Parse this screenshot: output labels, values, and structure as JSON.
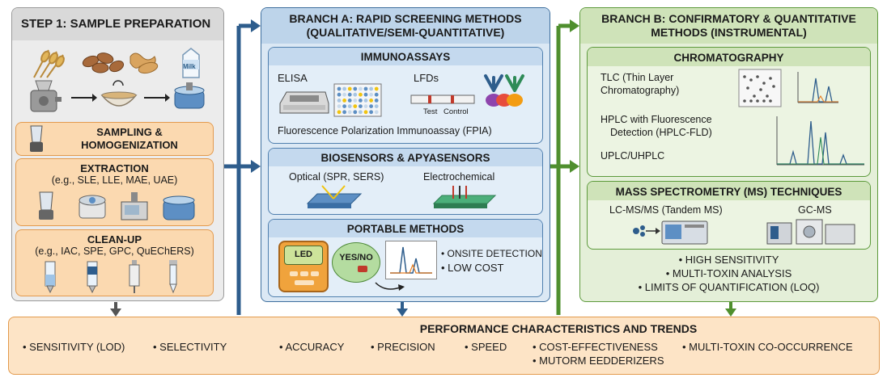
{
  "step1": {
    "title": "STEP 1: SAMPLE PREPARATION",
    "milk_label": "Milk",
    "sampling": {
      "line1": "SAMPLING &",
      "line2": "HOMOGENIZATION"
    },
    "extraction": {
      "title": "EXTRACTION",
      "detail": "(e.g., SLE, LLE, MAE, UAE)"
    },
    "cleanup": {
      "title": "CLEAN-UP",
      "detail": "(e.g., IAC, SPE, GPC, QuEChERS)"
    }
  },
  "branch_a": {
    "title_line1": "BRANCH A: RAPID SCREENING METHODS",
    "title_line2": "(QUALITATIVE/SEMI-QUANTITATIVE)",
    "immuno": {
      "title": "IMMUNOASSAYS",
      "elisa": "ELISA",
      "lfds": "LFDs",
      "test": "Test",
      "control": "Control",
      "fpia": "Fluorescence Polarization Immunoassay (FPIA)"
    },
    "biosensors": {
      "title": "BIOSENSORS & APYASENSORS",
      "optical": "Optical (SPR, SERS)",
      "electro": "Electrochemical"
    },
    "portable": {
      "title": "PORTABLE METHODS",
      "led": "LED",
      "yesno": "YES/NO",
      "bullet1": "• ONSITE DETECTION",
      "bullet2": "• LOW COST"
    }
  },
  "branch_b": {
    "title_line1": "BRANCH B: CONFIRMATORY & QUANTITATIVE",
    "title_line2": "METHODS (INSTRUMENTAL)",
    "chromatography": {
      "title": "CHROMATOGRAPHY",
      "tlc_line1": "TLC (Thin Layer",
      "tlc_line2": "Chromatography)",
      "hplc_line1": "HPLC with Fluorescence",
      "hplc_line2": "Detection (HPLC-FLD)",
      "uplc": "UPLC/UHPLC"
    },
    "ms": {
      "title": "MASS SPECTROMETRY (MS) TECHNIQUES",
      "lcms": "LC-MS/MS (Tandem MS)",
      "gcms": "GC-MS"
    },
    "bullets": [
      "• HIGH SENSITIVITY",
      "• MULTI-TOXIN ANALYSIS",
      "• LIMITS OF QUANTIFICATION (LOQ)"
    ]
  },
  "performance": {
    "title": "PERFORMANCE CHARACTERISTICS AND TRENDS",
    "items": [
      "• SENSITIVITY (LOD)",
      "• SELECTIVITY",
      "• ACCURACY",
      "• PRECISION",
      "• SPEED",
      "• COST-EFFECTIVENESS",
      "• MULTI-TOXIN CO-OCCURRENCE"
    ],
    "item_second_line": "• MUTORM EEDDERIZERS"
  },
  "colors": {
    "step1_bg": "#ececec",
    "step1_header": "#d9d9d9",
    "orange_fill": "#fbd9b0",
    "orange_border": "#e39a4d",
    "blue_bg": "#dbe8f4",
    "blue_header": "#bdd4ea",
    "blue_border": "#3e6f9e",
    "green_bg": "#e4efd8",
    "green_header": "#cfe3b9",
    "green_border": "#5d9a3c",
    "perf_bg": "#fde4c6"
  }
}
